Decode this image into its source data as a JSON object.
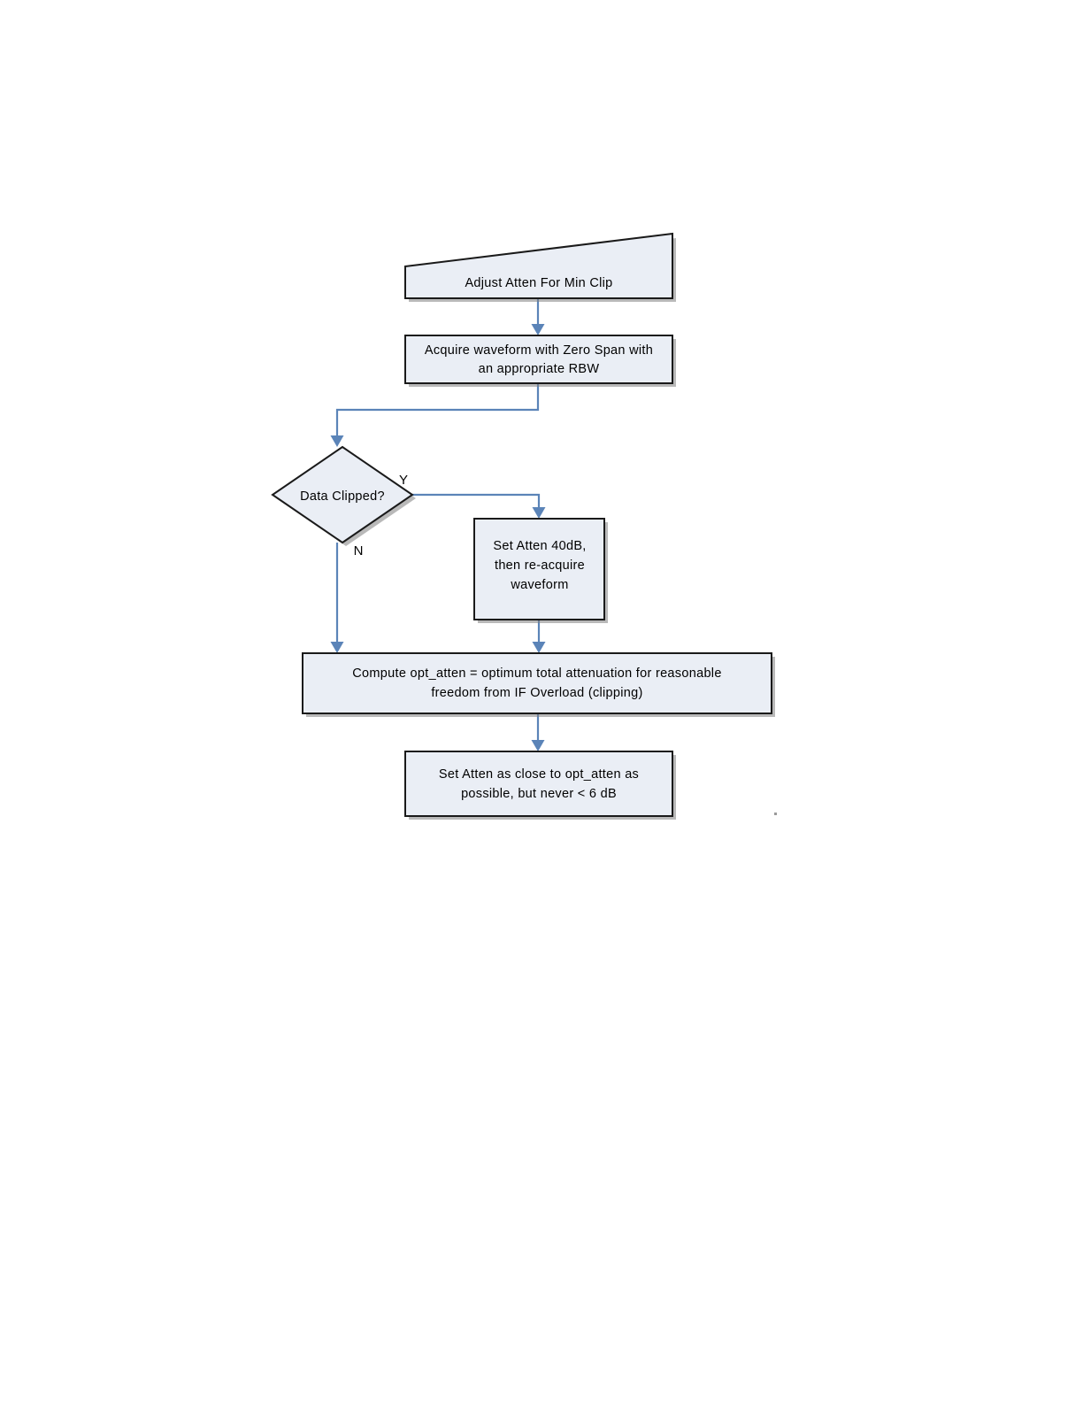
{
  "document": {
    "kind": "flowchart",
    "title": "Adjust Atten For Min Clip",
    "background_color": "#ffffff",
    "node_fill_color": "#eaeef5",
    "node_stroke_color": "#1a1a1a",
    "connector_color": "#5b84b8"
  },
  "nodes": {
    "banner": {
      "shape": "banner-trapezoid",
      "label": "Adjust Atten For Min Clip"
    },
    "acquire": {
      "shape": "process",
      "line1": "Acquire waveform with Zero Span with",
      "line2": "an appropriate RBW"
    },
    "decision": {
      "shape": "decision",
      "label": "Data Clipped?"
    },
    "set_atten_40": {
      "shape": "process",
      "line1": "Set Atten 40dB,",
      "line2": "then re-acquire",
      "line3": "waveform"
    },
    "compute": {
      "shape": "process",
      "line1": "Compute opt_atten = optimum total attenuation for reasonable",
      "line2": "freedom from IF Overload (clipping)"
    },
    "set_atten_final": {
      "shape": "process",
      "line1": "Set Atten as close to opt_atten as",
      "line2": "possible, but never < 6 dB"
    }
  },
  "branch_labels": {
    "yes": "Y",
    "no": "N"
  }
}
